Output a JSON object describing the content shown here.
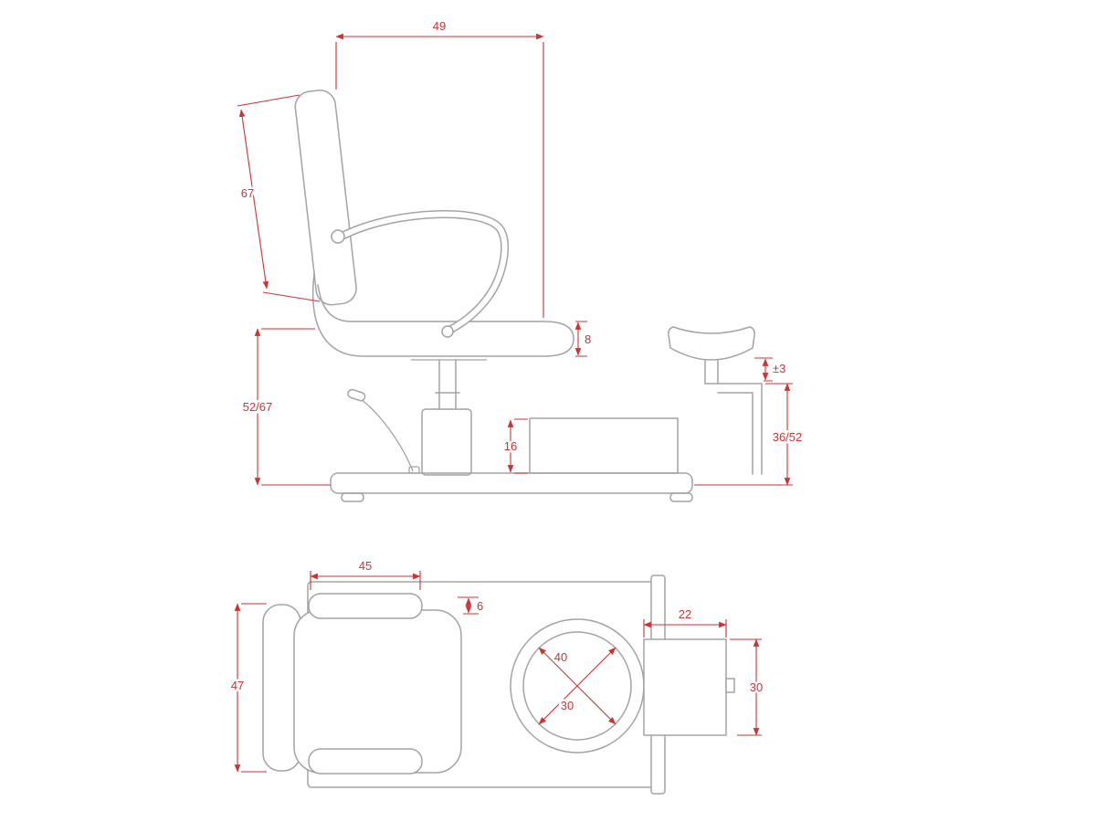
{
  "drawing": {
    "subject": "pedicure spa chair technical drawing, side elevation and plan view",
    "colors": {
      "outline": "#a3a3a3",
      "dimension": "#cc3333",
      "background": "#ffffff"
    },
    "side_view": {
      "seat_top_width": "49",
      "backrest_length": "67",
      "seat_thickness": "8",
      "footrest_travel": "±3",
      "seat_height": "52/67",
      "basin_height": "16",
      "footrest_height": "36/52"
    },
    "plan_view": {
      "armrest_length": "45",
      "armrest_offset": "6",
      "seat_depth": "47",
      "bowl_outer_diameter": "40",
      "bowl_inner_diameter": "30",
      "tray_width": "22",
      "tray_depth": "30"
    }
  }
}
